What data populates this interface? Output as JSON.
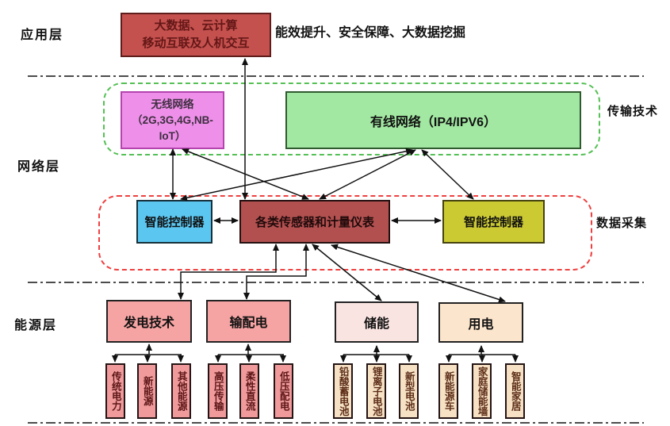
{
  "layers": {
    "application_label": "应用层",
    "network_label": "网络层",
    "energy_label": "能源层"
  },
  "application": {
    "main_box_line1": "大数据、云计算",
    "main_box_line2": "移动互联及人机交互",
    "side_text": "能效提升、安全保障、大数据挖掘"
  },
  "network": {
    "group_label": "传输技术",
    "wireless_line1": "无线网络",
    "wireless_line2": "（2G,3G,4G,NB-IoT）",
    "wired_label": "有线网络（IP4/IPV6）"
  },
  "data_collection": {
    "group_label": "数据采集",
    "controller_left": "智能控制器",
    "sensors": "各类传感器和计量仪表",
    "controller_right": "智能控制器"
  },
  "energy": {
    "categories": [
      {
        "label": "发电技术",
        "items": [
          "传统电力",
          "新能源",
          "其他能源"
        ]
      },
      {
        "label": "输配电",
        "items": [
          "高压传输",
          "柔性直流",
          "低压配电"
        ]
      },
      {
        "label": "储能",
        "items": [
          "铅酸蓄电池",
          "锂离子电池",
          "新型电池"
        ]
      },
      {
        "label": "用电",
        "items": [
          "新能源车",
          "家庭储能墙",
          "智能家居"
        ]
      }
    ]
  },
  "colors": {
    "app_box_bg": "#c4514e",
    "wireless_bg": "#ee90e9",
    "wired_bg": "#a2e8a2",
    "network_group_border": "#55c055",
    "data_group_border": "#ef4040",
    "controller_left_bg": "#5bc6f0",
    "sensors_bg": "#b25050",
    "controller_right_bg": "#cbca33",
    "generation_bg": "#f5a3a3",
    "storage_bg": "#f9e4e2",
    "consumption_bg": "#fce5cd",
    "left_item_bg": "#f09a9c",
    "right_item_bg": "#f6e1c4",
    "arrow_color": "#111111"
  }
}
